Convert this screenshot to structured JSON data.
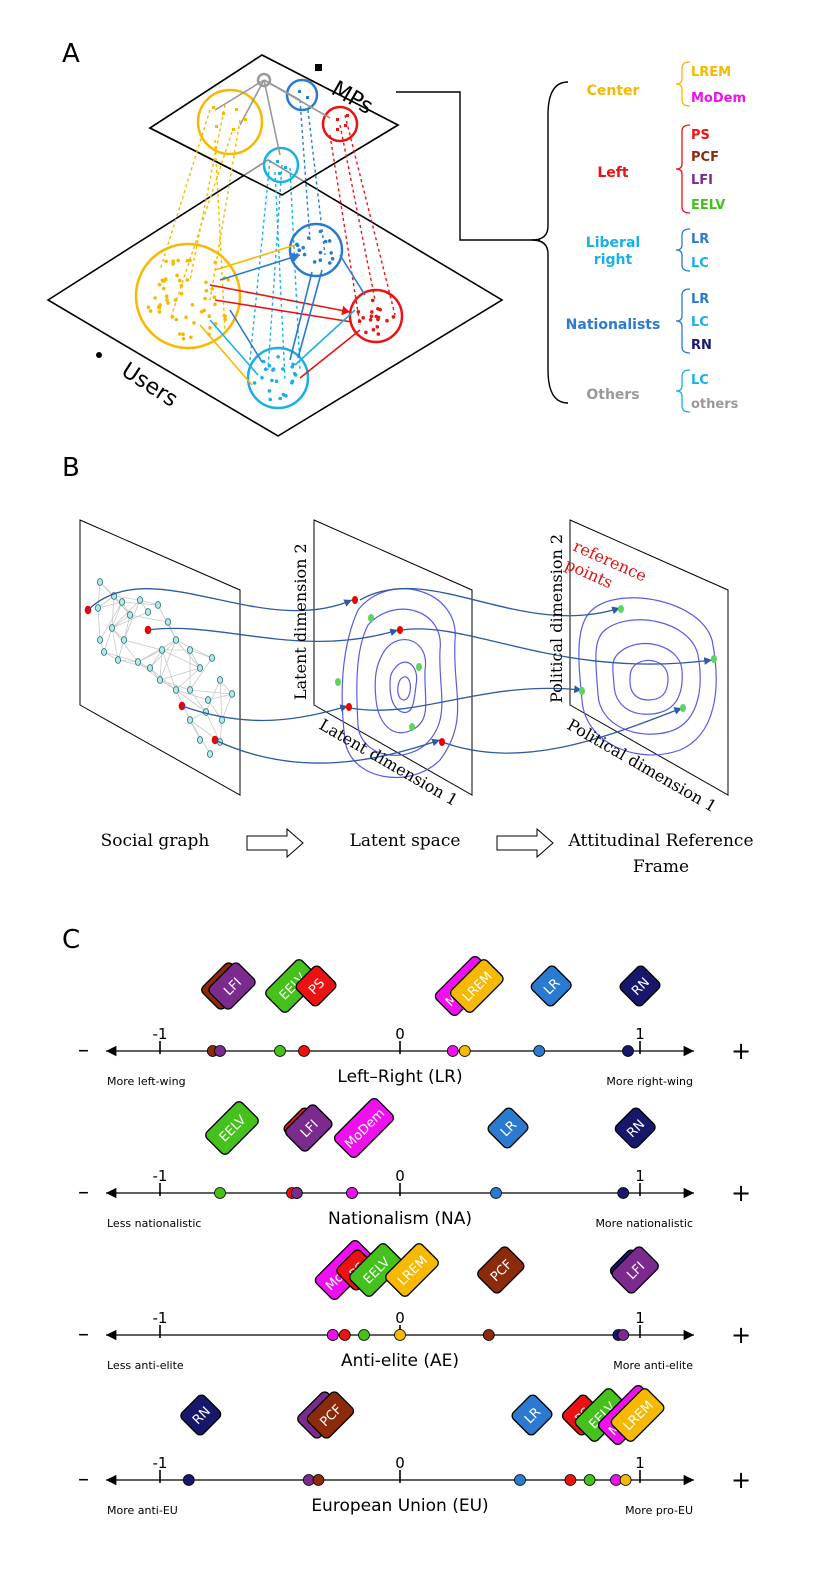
{
  "panel_a": {
    "label": "A",
    "mps_label": "MPs",
    "users_label": "Users",
    "groups": [
      {
        "name": "Center",
        "color": "#f7b800",
        "parties": [
          {
            "name": "LREM",
            "color": "#f7b800"
          },
          {
            "name": "MoDem",
            "color": "#ee10ee"
          }
        ]
      },
      {
        "name": "Left",
        "color": "#ee1111",
        "parties": [
          {
            "name": "PS",
            "color": "#ee1111"
          },
          {
            "name": "PCF",
            "color": "#8b2b0b"
          },
          {
            "name": "LFI",
            "color": "#7b2a8e"
          },
          {
            "name": "EELV",
            "color": "#44c11b"
          }
        ]
      },
      {
        "name": "Liberal right",
        "color": "#19b0e8",
        "parties": [
          {
            "name": "LR",
            "color": "#2a7bd0"
          },
          {
            "name": "LC",
            "color": "#19b0e8"
          }
        ]
      },
      {
        "name": "Nationalists",
        "color": "#2a7bd0",
        "parties": [
          {
            "name": "LR",
            "color": "#2a7bd0"
          },
          {
            "name": "LC",
            "color": "#19b0e8"
          },
          {
            "name": "RN",
            "color": "#17186b"
          }
        ]
      },
      {
        "name": "Others",
        "color": "#999999",
        "parties": [
          {
            "name": "LC",
            "color": "#19b0e8"
          },
          {
            "name": "others",
            "color": "#999999"
          }
        ]
      }
    ]
  },
  "panel_b": {
    "label": "B",
    "reference_points": "reference points",
    "latent_dim_1": "Latent dimension 1",
    "latent_dim_2": "Latent dimension 2",
    "political_dim_1": "Political dimension 1",
    "political_dim_2": "Political dimension 2",
    "step_1": "Social graph",
    "step_2": "Latent space",
    "step_3_line1": "Attitudinal Reference",
    "step_3_line2": "Frame"
  },
  "panel_c": {
    "label": "C",
    "minus": "–",
    "plus": "+",
    "tick_labels": [
      "-1",
      "0",
      "1"
    ],
    "axes": [
      {
        "title": "Left–Right (LR)",
        "left": "More left-wing",
        "right": "More right-wing",
        "parties": [
          {
            "name": "PCF",
            "value": -0.78
          },
          {
            "name": "LFI",
            "value": -0.75
          },
          {
            "name": "EELV",
            "value": -0.5
          },
          {
            "name": "PS",
            "value": -0.4
          },
          {
            "name": "MoDem",
            "value": 0.22
          },
          {
            "name": "LREM",
            "value": 0.27
          },
          {
            "name": "LR",
            "value": 0.58
          },
          {
            "name": "RN",
            "value": 0.95
          }
        ]
      },
      {
        "title": "Nationalism (NA)",
        "left": "Less nationalistic",
        "right": "More nationalistic",
        "parties": [
          {
            "name": "EELV",
            "value": -0.75
          },
          {
            "name": "PS",
            "value": -0.45
          },
          {
            "name": "PCF",
            "value": -0.43
          },
          {
            "name": "LFI",
            "value": -0.43
          },
          {
            "name": "LREM",
            "value": -0.2
          },
          {
            "name": "MoDem",
            "value": -0.2
          },
          {
            "name": "LR",
            "value": 0.4
          },
          {
            "name": "RN",
            "value": 0.93
          }
        ]
      },
      {
        "title": "Anti-elite (AE)",
        "left": "Less anti-elite",
        "right": "More anti-elite",
        "parties": [
          {
            "name": "LR",
            "value": -0.28
          },
          {
            "name": "MoDem",
            "value": -0.28
          },
          {
            "name": "PS",
            "value": -0.23
          },
          {
            "name": "EELV",
            "value": -0.15
          },
          {
            "name": "LREM",
            "value": 0.0
          },
          {
            "name": "PCF",
            "value": 0.37
          },
          {
            "name": "RN",
            "value": 0.91
          },
          {
            "name": "LFI",
            "value": 0.93
          }
        ]
      },
      {
        "title": "European Union (EU)",
        "left": "More anti-EU",
        "right": "More pro-EU",
        "parties": [
          {
            "name": "RN",
            "value": -0.88
          },
          {
            "name": "LFI",
            "value": -0.38
          },
          {
            "name": "PCF",
            "value": -0.34
          },
          {
            "name": "LR",
            "value": 0.5
          },
          {
            "name": "PS",
            "value": 0.71
          },
          {
            "name": "EELV",
            "value": 0.79
          },
          {
            "name": "MoDem",
            "value": 0.9
          },
          {
            "name": "LREM",
            "value": 0.94
          }
        ]
      }
    ],
    "party_colors": {
      "PCF": "#8b2b0b",
      "LFI": "#7b2a8e",
      "EELV": "#44c11b",
      "PS": "#ee1111",
      "MoDem": "#ee10ee",
      "LREM": "#f7b800",
      "LR": "#2a7bd0",
      "RN": "#17186b"
    }
  }
}
